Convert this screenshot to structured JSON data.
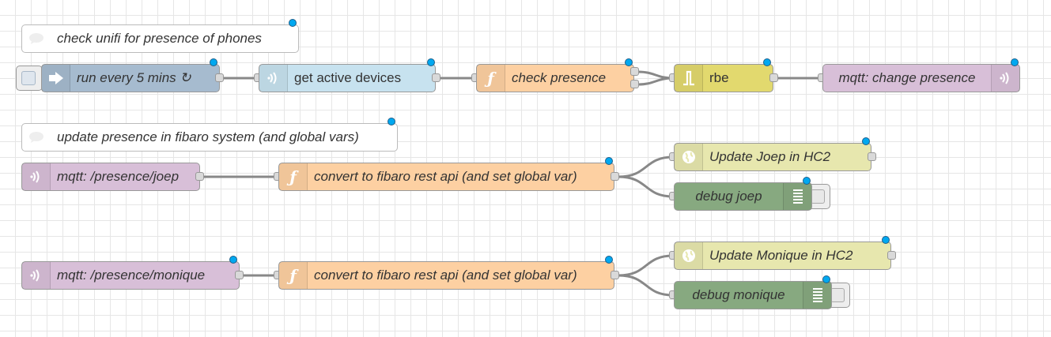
{
  "comments": {
    "c1": "check unifi for presence of phones",
    "c2": "update presence in fibaro system (and global vars)"
  },
  "nodes": {
    "inject": "run every 5 mins ↻",
    "get_active": "get active devices",
    "check_presence": "check presence",
    "rbe": "rbe",
    "mqtt_out": "mqtt: change presence",
    "mqtt_joep": "mqtt: /presence/joep",
    "convert_joep": "convert to fibaro rest api (and set global var)",
    "update_joep": "Update Joep in HC2",
    "debug_joep": "debug joep",
    "mqtt_monique": "mqtt: /presence/monique",
    "convert_monique": "convert to fibaro rest api (and set global var)",
    "update_monique": "Update Monique in HC2",
    "debug_monique": "debug monique"
  },
  "icons": {
    "comment": "comment-icon",
    "inject": "inject-arrow-icon",
    "function": "function-icon",
    "mqtt": "mqtt-icon",
    "rbe": "rbe-icon",
    "http": "globe-icon",
    "debug": "debug-list-icon"
  },
  "colors": {
    "inject": "#a6bbcf",
    "unifi": "#c7e2ef",
    "function": "#fdd0a2",
    "rbe": "#e2d96e",
    "mqtt": "#d8bfd8",
    "http": "#e7e7ae",
    "debug": "#87a980",
    "changed_dot": "#00a8f0"
  }
}
